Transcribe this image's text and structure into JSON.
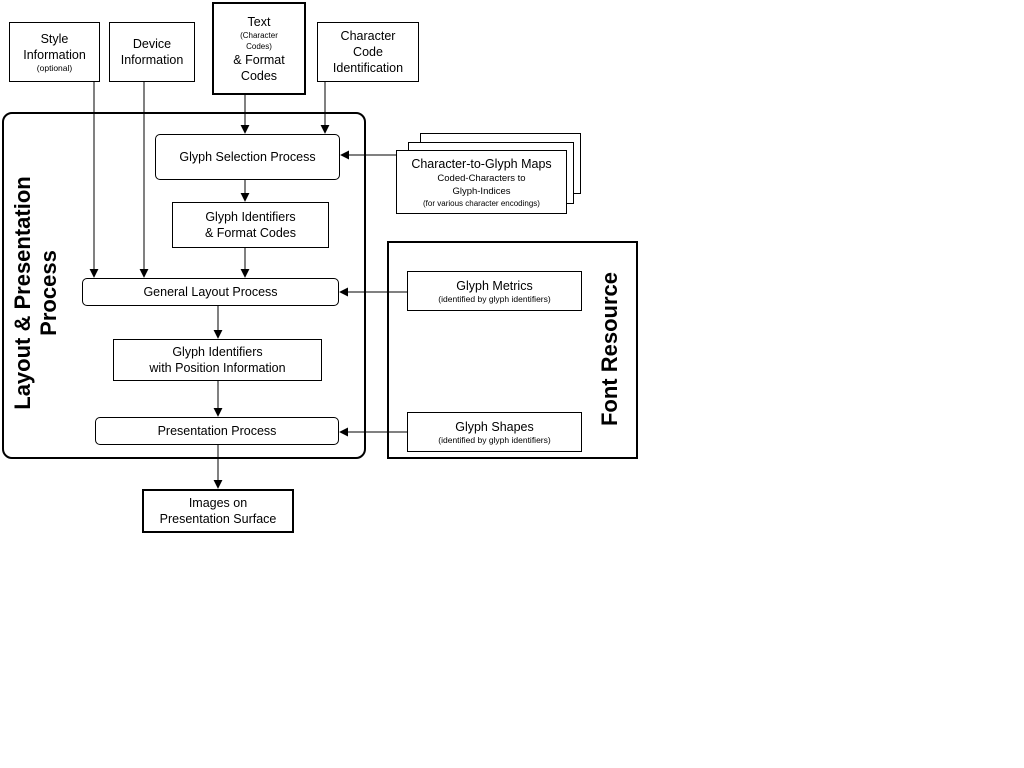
{
  "inputs": {
    "style": {
      "line1": "Style",
      "line2": "Information",
      "line3": "(optional)"
    },
    "device": {
      "line1": "Device",
      "line2": "Information"
    },
    "text": {
      "line1": "Text",
      "line2": "(Character",
      "line3": "Codes)",
      "line4": "& Format",
      "line5": "Codes"
    },
    "charcode": {
      "line1": "Character",
      "line2": "Code",
      "line3": "Identification"
    }
  },
  "layout_group": {
    "label_line1": "Layout & Presentation",
    "label_line2": "Process"
  },
  "process": {
    "glyph_selection": "Glyph Selection Process",
    "glyph_ids_format": {
      "line1": "Glyph Identifiers",
      "line2": "& Format Codes"
    },
    "general_layout": "General Layout Process",
    "glyph_ids_position": {
      "line1": "Glyph Identifiers",
      "line2": "with Position Information"
    },
    "presentation": "Presentation Process"
  },
  "maps": {
    "title": "Character-to-Glyph Maps",
    "line2": "Coded-Characters to",
    "line3": "Glyph-Indices",
    "line4": "(for various character encodings)"
  },
  "font_resource": {
    "label": "Font Resource",
    "metrics": {
      "title": "Glyph Metrics",
      "sub": "(identified by glyph identifiers)"
    },
    "shapes": {
      "title": "Glyph Shapes",
      "sub": "(identified by glyph identifiers)"
    }
  },
  "output": {
    "line1": "Images on",
    "line2": "Presentation Surface"
  }
}
